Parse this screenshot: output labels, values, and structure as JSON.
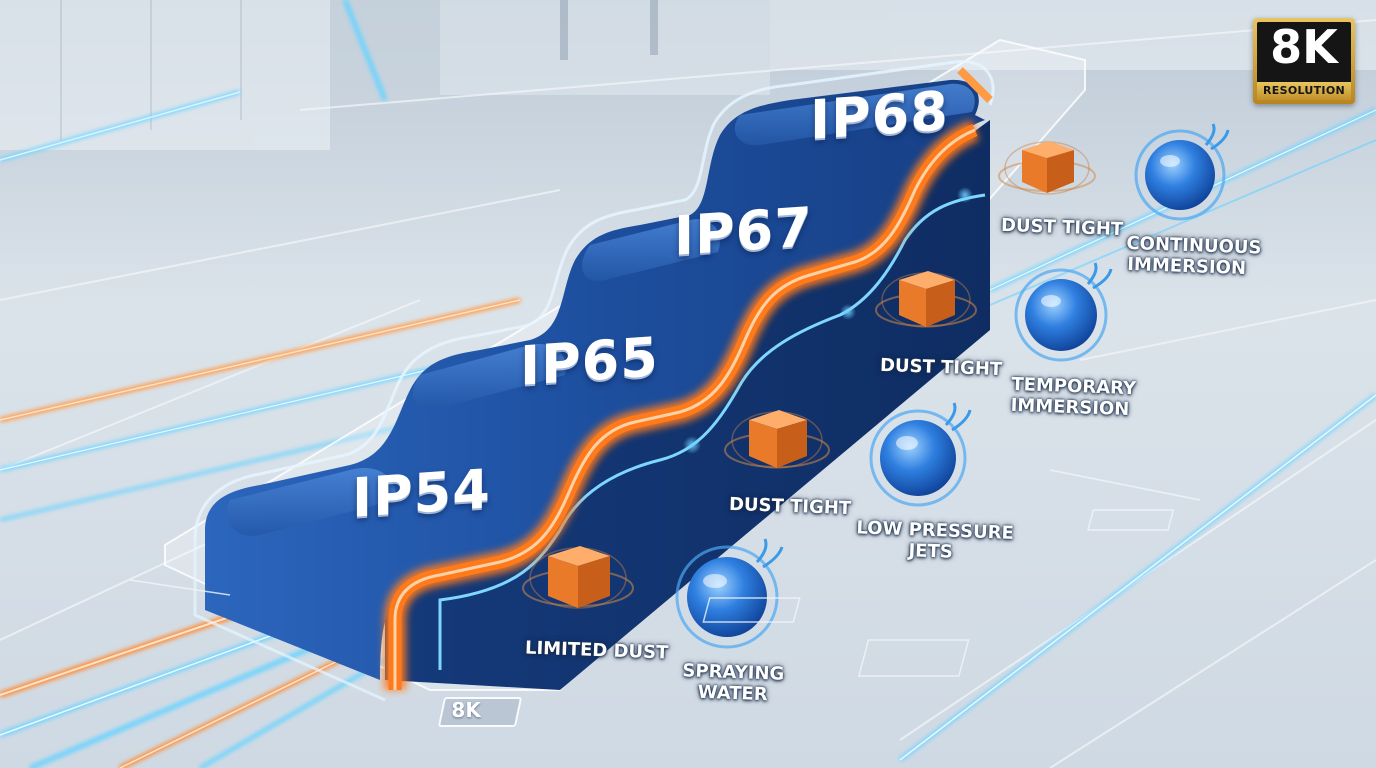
{
  "badge": {
    "big": "8K",
    "small": "RESOLUTION"
  },
  "floor_badge": "8K",
  "steps": [
    {
      "label": "IP54",
      "dust": "LIMITED DUST",
      "water": [
        "SPRAYING",
        "WATER"
      ]
    },
    {
      "label": "IP65",
      "dust": "DUST TIGHT",
      "water": [
        "LOW PRESSURE",
        "JETS"
      ]
    },
    {
      "label": "IP67",
      "dust": "DUST TIGHT",
      "water": [
        "TEMPORARY",
        "IMMERSION"
      ]
    },
    {
      "label": "IP68",
      "dust": "DUST TIGHT",
      "water": [
        "CONTINUOUS",
        "IMMERSION"
      ]
    }
  ],
  "colors": {
    "staircase_blue": "#1f56a8",
    "accent_orange": "#ff7a1a",
    "dust_cube": "#f0832d",
    "water_sphere": "#2f7fe0",
    "badge_gold": "#d4a43c"
  },
  "icons": {
    "dust": "dust-cube-icon",
    "water": "water-sphere-icon",
    "badge": "8k-resolution-badge"
  }
}
